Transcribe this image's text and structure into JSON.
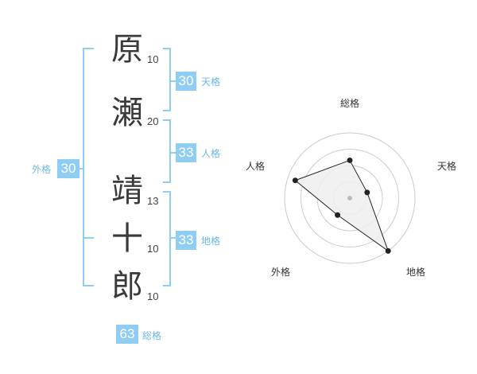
{
  "name": {
    "chars": [
      {
        "char": "原",
        "strokes": "10"
      },
      {
        "char": "瀬",
        "strokes": "20"
      },
      {
        "char": "靖",
        "strokes": "13"
      },
      {
        "char": "十",
        "strokes": "10"
      },
      {
        "char": "郎",
        "strokes": "10"
      }
    ]
  },
  "kaku": {
    "tenkaku": {
      "value": "30",
      "label": "天格"
    },
    "jinkaku": {
      "value": "33",
      "label": "人格"
    },
    "chikaku": {
      "value": "33",
      "label": "地格"
    },
    "gaikaku": {
      "value": "30",
      "label": "外格"
    },
    "soukaku": {
      "value": "63",
      "label": "総格"
    }
  },
  "radar": {
    "axes": [
      "総格",
      "天格",
      "地格",
      "外格",
      "人格"
    ],
    "levels": [
      0.58,
      0.28,
      1.0,
      0.32,
      0.88
    ],
    "colors": {
      "grid": "#cccccc",
      "fill": "#eeeeee",
      "line": "#222222",
      "point": "#222222",
      "center": "#bbbbbb"
    }
  },
  "colors": {
    "accent": "#8fcdf3",
    "accent_text": "#6cb8e8"
  }
}
